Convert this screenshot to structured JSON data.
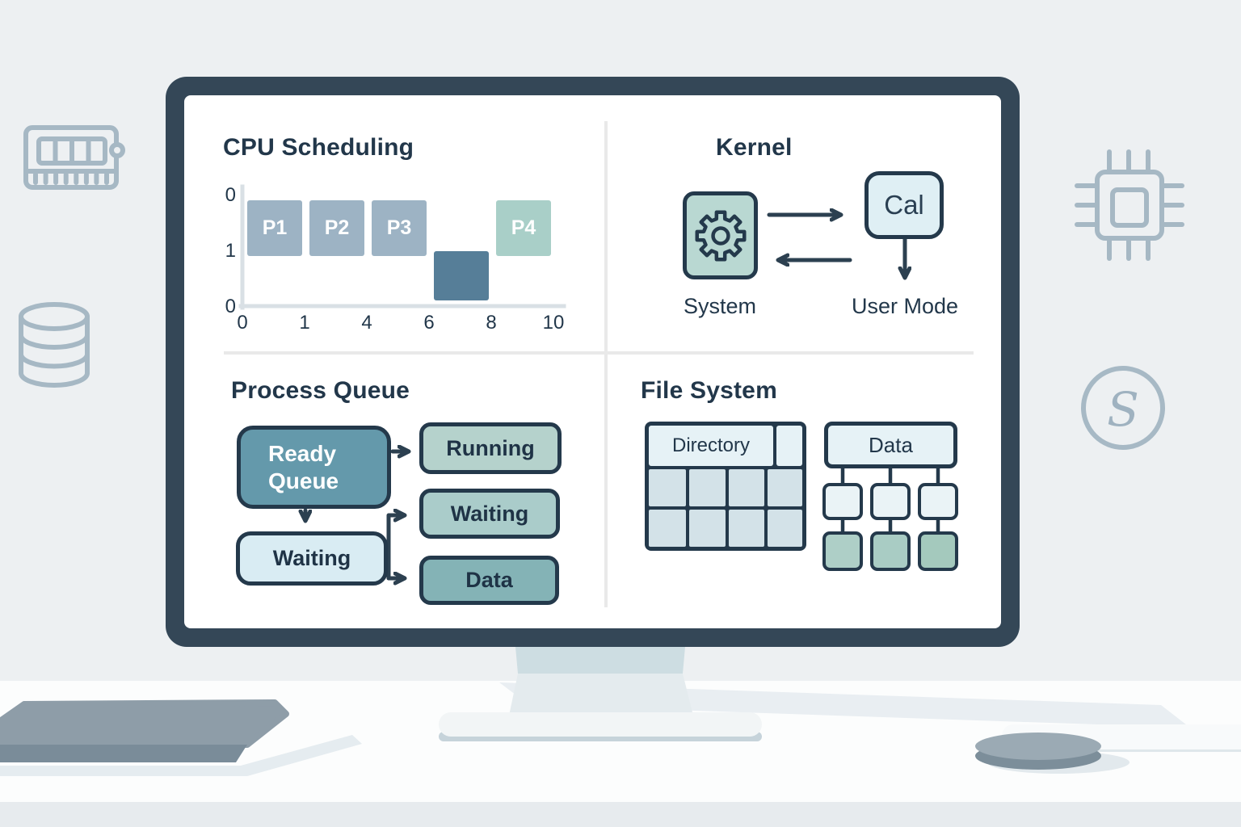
{
  "scene": {
    "coin_letter": "S",
    "background_icons": [
      {
        "name": "ram-module-icon"
      },
      {
        "name": "database-icon"
      },
      {
        "name": "cpu-chip-icon"
      },
      {
        "name": "currency-coin-icon"
      }
    ],
    "desk_objects": [
      "laptop",
      "monitor-stand",
      "keyboard-surface",
      "mouse-puck"
    ]
  },
  "palette": {
    "background": "#edf0f2",
    "monitor_bezel": "#344757",
    "screen": "#ffffff",
    "ink": "#22374a",
    "diagram_border": "#24394b",
    "divider": "#e9e9e9",
    "axis": "#d9e0e5",
    "icon_stroke": "#9fb2c0"
  },
  "screen": {
    "cpu_scheduling": {
      "title": "CPU Scheduling",
      "chart_data": {
        "type": "bar",
        "variant": "gantt-timeline",
        "title": "CPU Scheduling",
        "xlabel": "",
        "ylabel": "",
        "x_tick_labels": [
          "0",
          "1",
          "4",
          "6",
          "8",
          "10"
        ],
        "y_tick_labels": [
          "0",
          "1",
          "0"
        ],
        "grid": false,
        "bars": [
          {
            "label": "P1",
            "time_start": 0,
            "time_end": 1,
            "start_tick": 0,
            "end_tick": 1,
            "row": 0,
            "color": "#9db3c4"
          },
          {
            "label": "P2",
            "time_start": 1,
            "time_end": 4,
            "start_tick": 1,
            "end_tick": 2,
            "row": 0,
            "color": "#9db3c4"
          },
          {
            "label": "P3",
            "time_start": 4,
            "time_end": 6,
            "start_tick": 2,
            "end_tick": 3,
            "row": 0,
            "color": "#9db3c4"
          },
          {
            "label": "",
            "time_start": 6,
            "time_end": 8,
            "start_tick": 3,
            "end_tick": 4,
            "row": 1,
            "color": "#567e98"
          },
          {
            "label": "P4",
            "time_start": 8,
            "time_end": 10,
            "start_tick": 4,
            "end_tick": 5,
            "row": 0,
            "color": "#a9cfc8"
          }
        ]
      }
    },
    "kernel": {
      "title": "Kernel",
      "system_box": {
        "label": "System",
        "icon": "gear-icon",
        "fill": "#b9d8d2"
      },
      "call_box": {
        "text": "Cal",
        "label": "User Mode",
        "fill": "#dfeff4"
      }
    },
    "process_queue": {
      "title": "Process Queue",
      "nodes": {
        "ready_queue": {
          "label": "Ready Queue",
          "fill": "#6499ab"
        },
        "running": {
          "label": "Running",
          "fill": "#b5d2cc"
        },
        "waiting_left": {
          "label": "Waiting",
          "fill": "#d9ecf3"
        },
        "waiting_right": {
          "label": "Waiting",
          "fill": "#aaccca"
        },
        "data": {
          "label": "Data",
          "fill": "#84b3b6"
        }
      }
    },
    "file_system": {
      "title": "File System",
      "directory_table": {
        "header": "Directory",
        "body_rows": 2,
        "body_cols": 4
      },
      "data_tree": {
        "header": "Data",
        "mid_boxes": 3,
        "leaf_boxes": 3,
        "leaf_colors": [
          "#aecfc7",
          "#a9ccc4",
          "#a4c9bd"
        ]
      }
    }
  }
}
